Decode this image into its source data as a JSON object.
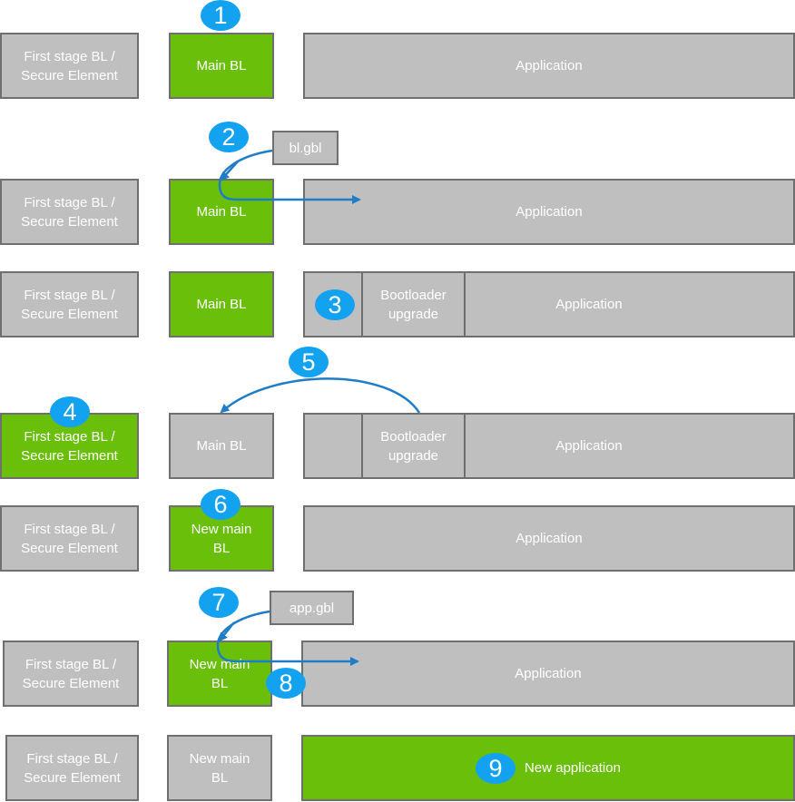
{
  "labels": {
    "first_stage": "First stage BL /\nSecure Element",
    "main_bl": "Main BL",
    "new_main_bl": "New main\nBL",
    "application": "Application",
    "bootloader_upgrade": "Bootloader\nupgrade",
    "new_application": "New application",
    "bl_gbl": "bl.gbl",
    "app_gbl": "app.gbl"
  },
  "steps": [
    "1",
    "2",
    "3",
    "4",
    "5",
    "6",
    "7",
    "8",
    "9"
  ],
  "colors": {
    "gray": "#bfbfbf",
    "green": "#6abf0b",
    "badge": "#12a2f0",
    "arrow": "#1f7dc8",
    "border": "#6f6f6f"
  }
}
